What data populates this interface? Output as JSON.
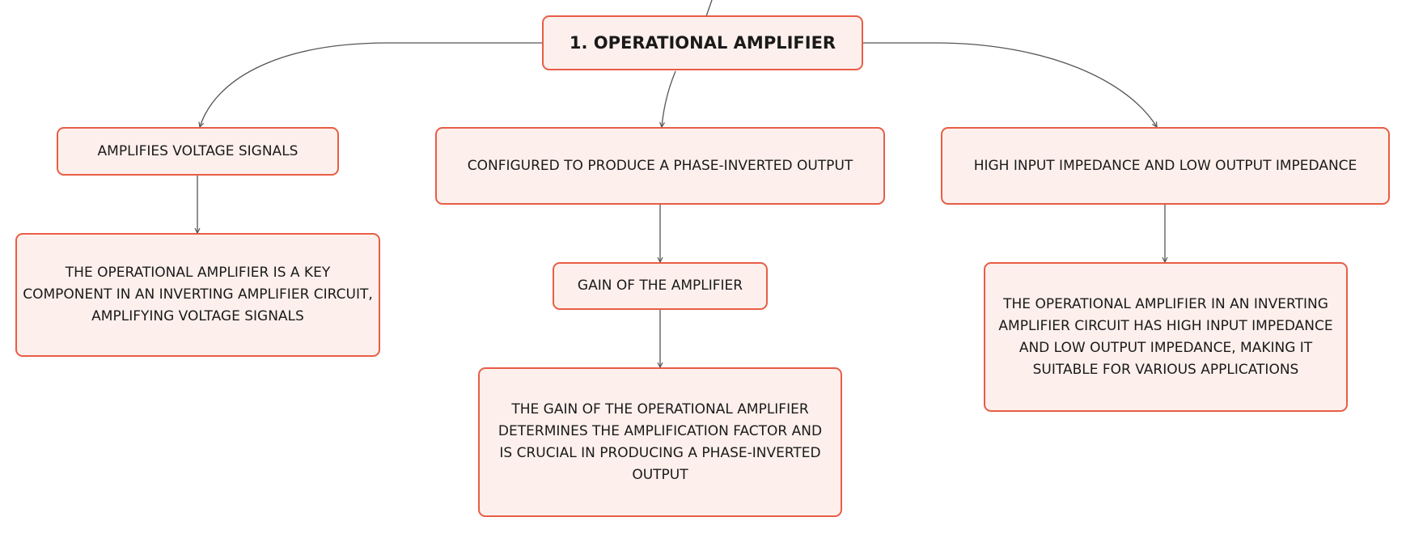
{
  "diagram": {
    "root": {
      "label": "1. OPERATIONAL AMPLIFIER"
    },
    "branches": [
      {
        "label": "AMPLIFIES VOLTAGE SIGNALS",
        "children": [
          {
            "label": "THE OPERATIONAL AMPLIFIER IS A KEY COMPONENT IN AN INVERTING AMPLIFIER CIRCUIT, AMPLIFYING VOLTAGE SIGNALS"
          }
        ]
      },
      {
        "label": "CONFIGURED TO PRODUCE A PHASE-INVERTED OUTPUT",
        "children": [
          {
            "label": "GAIN OF THE AMPLIFIER",
            "children": [
              {
                "label": "THE GAIN OF THE OPERATIONAL AMPLIFIER DETERMINES THE AMPLIFICATION FACTOR AND IS CRUCIAL IN PRODUCING A PHASE-INVERTED OUTPUT"
              }
            ]
          }
        ]
      },
      {
        "label": "HIGH INPUT IMPEDANCE AND LOW OUTPUT IMPEDANCE",
        "children": [
          {
            "label": "THE OPERATIONAL AMPLIFIER IN AN INVERTING AMPLIFIER CIRCUIT HAS HIGH INPUT IMPEDANCE AND LOW OUTPUT IMPEDANCE, MAKING IT SUITABLE FOR VARIOUS APPLICATIONS"
          }
        ]
      }
    ],
    "colors": {
      "node_fill": "#fdf0ec",
      "node_border": "#e85d45",
      "edge": "#555555",
      "text": "#1a1a1a"
    }
  }
}
